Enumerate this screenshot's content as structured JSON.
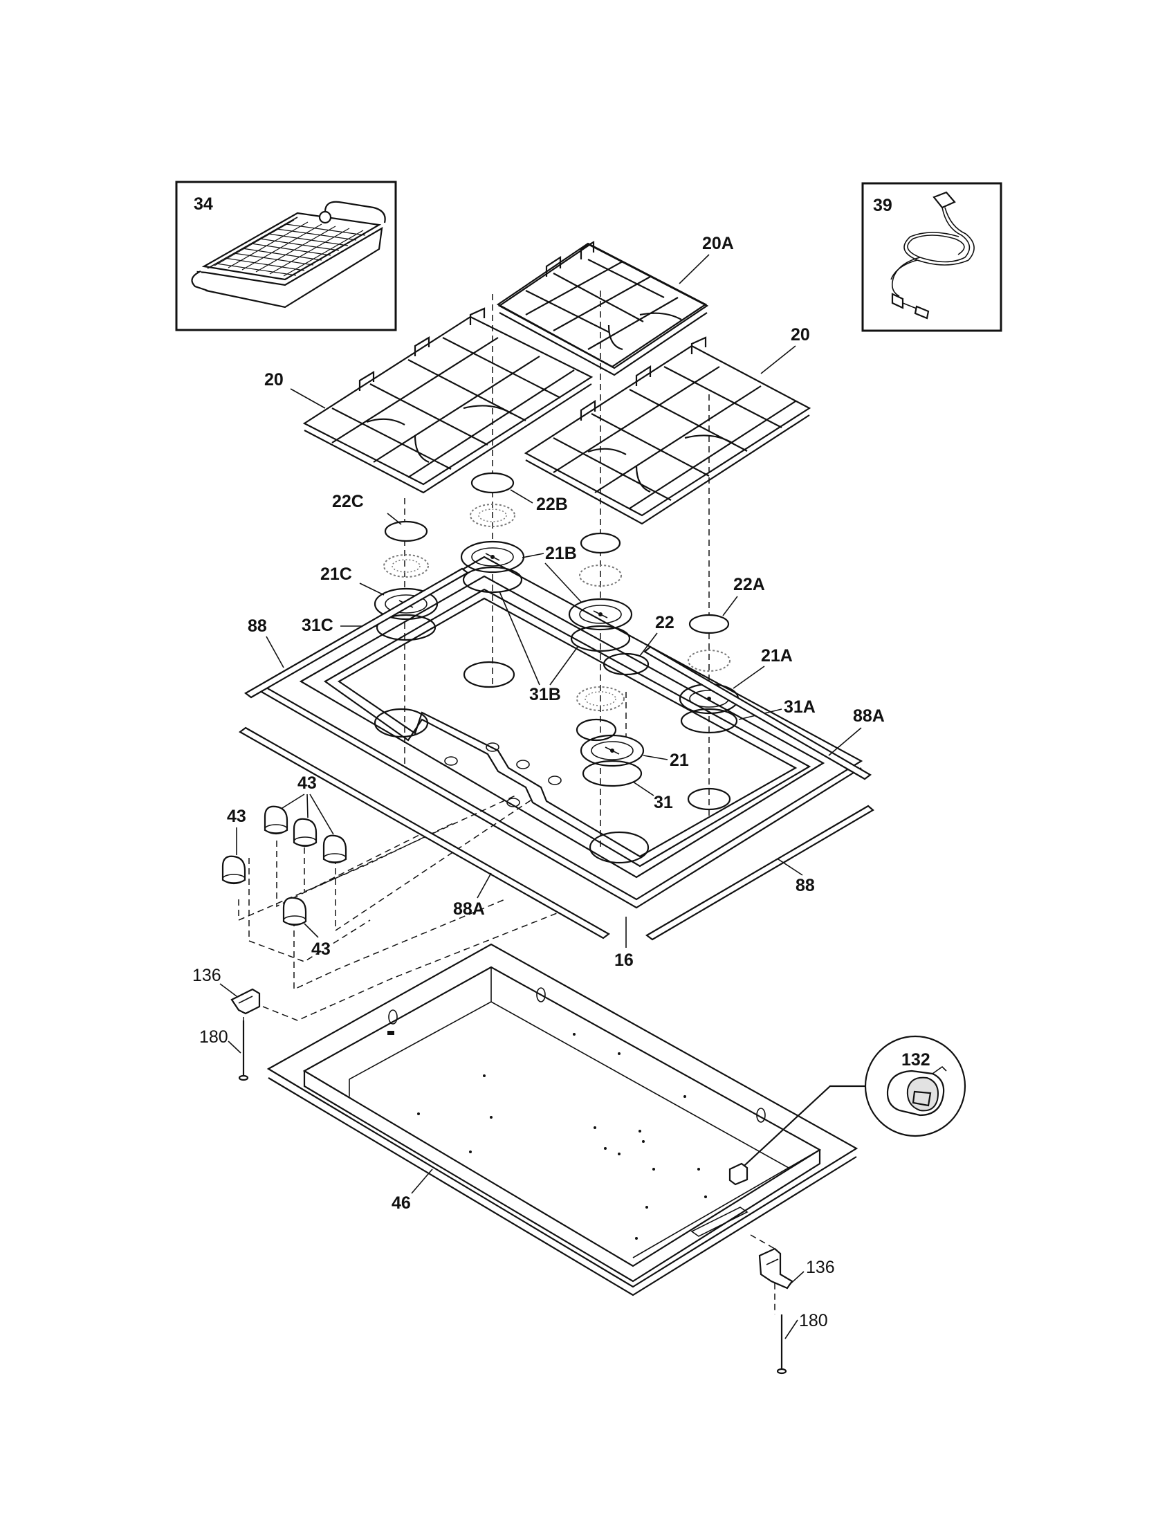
{
  "labels": {
    "p34": "34",
    "p39": "39",
    "p20A": "20A",
    "p20_left": "20",
    "p20_right": "20",
    "p22C": "22C",
    "p22B": "22B",
    "p22A": "22A",
    "p22": "22",
    "p21C": "21C",
    "p21B": "21B",
    "p21A": "21A",
    "p21": "21",
    "p31C": "31C",
    "p31B": "31B",
    "p31A": "31A",
    "p31": "31",
    "p88_left": "88",
    "p88_right": "88",
    "p88A_right": "88A",
    "p88A_bottom": "88A",
    "p43_a": "43",
    "p43_b": "43",
    "p43_c": "43",
    "p16": "16",
    "p136_left": "136",
    "p136_right": "136",
    "p180_left": "180",
    "p180_right": "180",
    "p132": "132",
    "p46": "46"
  }
}
